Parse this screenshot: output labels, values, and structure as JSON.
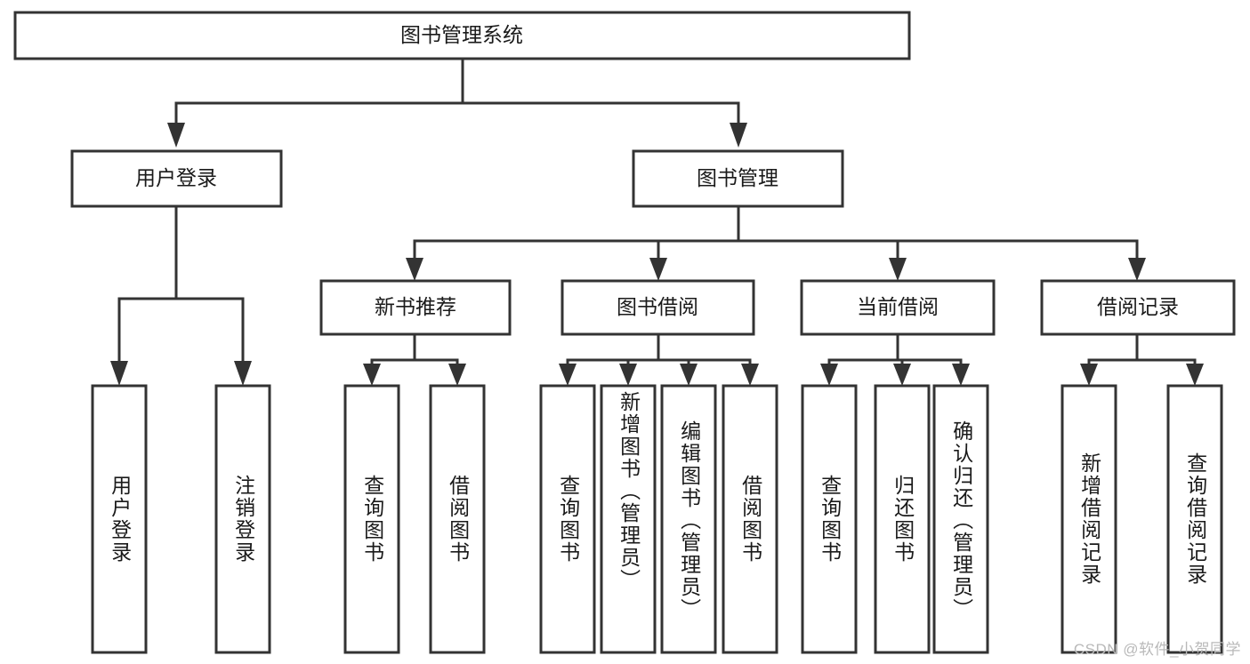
{
  "diagram": {
    "type": "tree",
    "title": "图书管理系统",
    "root": {
      "id": "root",
      "label": "图书管理系统"
    },
    "level2": [
      {
        "id": "user-login",
        "label": "用户登录"
      },
      {
        "id": "book-manage",
        "label": "图书管理"
      }
    ],
    "level3": [
      {
        "id": "new-book-recommend",
        "label": "新书推荐",
        "parent": "book-manage"
      },
      {
        "id": "book-borrow",
        "label": "图书借阅",
        "parent": "book-manage"
      },
      {
        "id": "current-borrow",
        "label": "当前借阅",
        "parent": "book-manage"
      },
      {
        "id": "borrow-record",
        "label": "借阅记录",
        "parent": "book-manage"
      }
    ],
    "leaves": [
      {
        "id": "leaf-user-login",
        "label": "用户登录",
        "parent": "user-login"
      },
      {
        "id": "leaf-logout-login",
        "label": "注销登录",
        "parent": "user-login"
      },
      {
        "id": "leaf-query-book-1",
        "label": "查询图书",
        "parent": "new-book-recommend"
      },
      {
        "id": "leaf-borrow-book-1",
        "label": "借阅图书",
        "parent": "new-book-recommend"
      },
      {
        "id": "leaf-query-book-2",
        "label": "查询图书",
        "parent": "book-borrow"
      },
      {
        "id": "leaf-add-book",
        "label": "新增图书（管理员）",
        "parent": "book-borrow"
      },
      {
        "id": "leaf-edit-book",
        "label": "编辑图书（管理员）",
        "parent": "book-borrow"
      },
      {
        "id": "leaf-borrow-book-2",
        "label": "借阅图书",
        "parent": "book-borrow"
      },
      {
        "id": "leaf-query-book-3",
        "label": "查询图书",
        "parent": "current-borrow"
      },
      {
        "id": "leaf-return-book",
        "label": "归还图书",
        "parent": "current-borrow"
      },
      {
        "id": "leaf-confirm-return",
        "label": "确认归还（管理员）",
        "parent": "current-borrow"
      },
      {
        "id": "leaf-add-record",
        "label": "新增借阅记录",
        "parent": "borrow-record"
      },
      {
        "id": "leaf-query-record",
        "label": "查询借阅记录",
        "parent": "borrow-record"
      }
    ]
  },
  "watermark": {
    "text": "CSDN @软件_小贺同学"
  },
  "colors": {
    "stroke": "#333333",
    "box_fill": "#ffffff",
    "text": "#1a1a1a",
    "watermark": "#b9b9b9",
    "background": "#ffffff"
  }
}
